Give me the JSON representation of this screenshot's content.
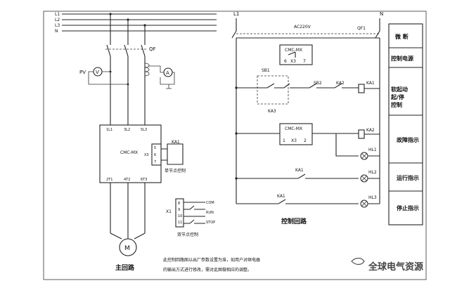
{
  "power_lines": {
    "l1": "L1",
    "l2": "L2",
    "l3": "L3",
    "n": "N"
  },
  "main_circuit": {
    "pv": "PV",
    "qf": "QF",
    "v_meter": "V",
    "a_meter": "A",
    "cmc_model": "CMC-MX",
    "in_terminals": [
      "1L1",
      "3L2",
      "5L3"
    ],
    "out_terminals": [
      "2T1",
      "4T2",
      "6T3"
    ],
    "x3": "X3",
    "x3_pins": [
      "5",
      "6",
      "7"
    ],
    "ka1": "KA1",
    "single_node_caption": "单节点控制",
    "x1": "X1",
    "x1_pins": [
      "8",
      "9",
      "10",
      "11"
    ],
    "x1_signals": [
      "COM",
      "RUN",
      "STOP"
    ],
    "dual_node_caption": "双节点控制",
    "motor": "M",
    "caption": "主回路",
    "footnote_line1": "此控制回路图以出厂参数设置为准，如用户对继电器",
    "footnote_line2": "的输出方式进行修改，需对此图做相应的调整。"
  },
  "control_circuit": {
    "l1": "L1",
    "n": "N",
    "ac": "AC220V",
    "qf1": "QF1",
    "cmc_model": "CMC-MX",
    "pins_top": [
      "6",
      "X3",
      "7"
    ],
    "sb1": "SB1",
    "sb2": "SB2",
    "ka3": "KA3",
    "ka2": "KA2",
    "ka1": "KA1",
    "pins_mid": [
      "1",
      "X3",
      "2"
    ],
    "hl1": "HL1",
    "hl2": "HL2",
    "hl3": "HL3",
    "caption": "控制回路"
  },
  "legend": [
    "微 断",
    "控制电源",
    "软起动起/停控制",
    "故障指示",
    "运行指示",
    "停止指示"
  ],
  "watermark": "全球电气资源"
}
